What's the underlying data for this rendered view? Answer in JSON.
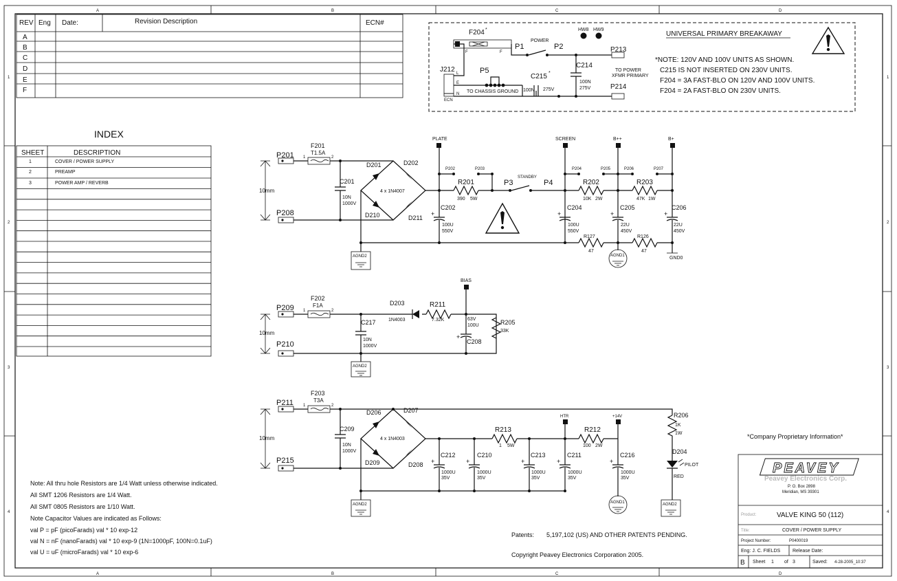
{
  "frame": {
    "cols": [
      "A",
      "B",
      "C",
      "D"
    ],
    "rows": [
      "1",
      "2",
      "3",
      "4"
    ]
  },
  "revision_table": {
    "headers": [
      "REV",
      "Eng",
      "Date:",
      "Revision Description",
      "ECN#"
    ],
    "revs": [
      "A",
      "B",
      "C",
      "D",
      "E",
      "F"
    ]
  },
  "index": {
    "title": "INDEX",
    "headers": [
      "SHEET",
      "DESCRIPTION"
    ],
    "rows": [
      {
        "sheet": "1",
        "desc": "COVER / POWER SUPPLY"
      },
      {
        "sheet": "2",
        "desc": "PREAMP"
      },
      {
        "sheet": "3",
        "desc": "POWER AMP / REVERB"
      }
    ]
  },
  "breakaway": {
    "title": "UNIVERSAL PRIMARY BREAKAWAY",
    "notes": [
      "*NOTE:  120V AND 100V UNITS AS SHOWN.",
      "C215 IS NOT INSERTED ON 230V UNITS.",
      "F204 = 3A FAST-BLO ON 120V AND 100V UNITS.",
      "F204 = 2A FAST-BLO ON 230V UNITS."
    ],
    "labels": {
      "f204": "F204",
      "star": "*",
      "p1": "P1",
      "power": "POWER",
      "p2": "P2",
      "hw8": "HW8",
      "hw9": "HW9",
      "p213": "P213",
      "p214": "P214",
      "to_power": "TO POWER",
      "xfmr": "XFMR PRIMARY",
      "c214": "C214",
      "c214_v1": "100N",
      "c214_v2": "275V",
      "j212": "J212",
      "p5": "P5",
      "c215": "C215",
      "c215_v1": "100N",
      "c215_v2": "275V",
      "chassis": "TO CHASSIS GROUND",
      "l": "L",
      "e": "E",
      "n": "N",
      "ecn": "ECN",
      "f": "F"
    }
  },
  "supply1": {
    "p201": "P201",
    "p208": "P208",
    "f201": "F201",
    "f201_v": "T1.5A",
    "pin1": "1",
    "pin2": "2",
    "c201": "C201",
    "c201_v1": "10N",
    "c201_v2": "1000V",
    "dim": "10mm",
    "d201": "D201",
    "d202": "D202",
    "d210": "D210",
    "d211": "D211",
    "bridge": "4 x 1N4007",
    "plate": "PLATE",
    "p202": "P202",
    "p203": "P203",
    "r201": "R201",
    "r201_v1": "390",
    "r201_v2": "5W",
    "p3": "P3",
    "standby": "STANDBY",
    "p4": "P4",
    "screen": "SCREEN",
    "p204": "P204",
    "p205": "P205",
    "r202": "R202",
    "r202_v1": "10K",
    "r202_v2": "2W",
    "bpp": "B++",
    "p206": "P206",
    "r203": "R203",
    "r203_v1": "47K",
    "r203_v2": "1W",
    "bp": "B+",
    "p207": "P207",
    "c202": "C202",
    "c202_v1": "100U",
    "c202_v2": "550V",
    "c204": "C204",
    "c204_v1": "100U",
    "c204_v2": "550V",
    "c205": "C205",
    "c205_v1": "22U",
    "c205_v2": "450V",
    "c206": "C206",
    "c206_v1": "22U",
    "c206_v2": "450V",
    "r127": "R127",
    "r127_v": "47",
    "r126": "R126",
    "r126_v": "47",
    "agnd2": "AGND2",
    "agnd1": "AGND1",
    "gnd0": "GND0",
    "plus": "+"
  },
  "supply2": {
    "p209": "P209",
    "p210": "P210",
    "f202": "F202",
    "f202_v": "F1A",
    "c217": "C217",
    "c217_v1": "10N",
    "c217_v2": "1000V",
    "d203": "D203",
    "d203_v": "1N4003",
    "r211": "R211",
    "r211_v": "7.32K",
    "bias": "BIAS",
    "c208": "C208",
    "c208_v1": "63V",
    "c208_v2": "100U",
    "r205": "R205",
    "r205_v": "33K",
    "agnd2": "AGND2",
    "dim": "10mm"
  },
  "supply3": {
    "p211": "P211",
    "p215": "P215",
    "f203": "F203",
    "f203_v": "T3A",
    "c209": "C209",
    "c209_v1": "10N",
    "c209_v2": "1000V",
    "d206": "D206",
    "d207": "D207",
    "d209": "D209",
    "d208": "D208",
    "bridge": "4 x 1N4003",
    "r213": "R213",
    "r213_v1": "1",
    "r213_v2": "5W",
    "htr": "HTR",
    "r212": "R212",
    "r212_v1": "100",
    "r212_v2": "2W",
    "v14": "+14V",
    "r206": "R206",
    "r206_v1": "1K",
    "r206_v2": "1W",
    "d204": "D204",
    "pilot": "PILOT",
    "red": "RED",
    "c212": "C212",
    "c210": "C210",
    "c213": "C213",
    "c211": "C211",
    "c216": "C216",
    "cap_v1": "1000U",
    "cap_v2": "35V",
    "agnd2": "AGND2",
    "agnd1": "AGND1",
    "dim": "10mm"
  },
  "notes": [
    "Note: All thru hole Resistors are 1/4 Watt unless otherwise indicated.",
    "All SMT 1206 Resistors are 1/4 Watt.",
    "All SMT 0805 Resistors are 1/10 Watt.",
    "Note Capacitor Values are indicated as Follows:",
    "val P = pF (picoFarads) val * 10 exp-12",
    "val N = nF (nanoFarads) val * 10 exp-9 (1N=1000pF, 100N=0.1uF)",
    "val U = uF (microFarads) val * 10 exp-6"
  ],
  "patents": {
    "label": "Patents:",
    "value": "5,197,102 (US) AND OTHER PATENTS PENDING."
  },
  "copyright": "Copyright Peavey Electronics Corporation 2005.",
  "proprietary": "*Company Proprietary Information*",
  "title_block": {
    "logo": "PEAVEY",
    "company": "Peavey Electronics Corp.",
    "addr1": "P. O. Box 2898",
    "addr2": "Meridian, MS 39301",
    "product_label": "Product:",
    "product": "VALVE KING 50 (112)",
    "title_label": "Title:",
    "title": "COVER / POWER SUPPLY",
    "project_label": "Project Number:",
    "project": "P0400019",
    "eng": "Eng:  J. C. FIELDS",
    "release": "Release Date:",
    "size": "B",
    "sheet_label": "Sheet",
    "sheet": "1",
    "of_label": "of",
    "of": "3",
    "saved_label": "Saved:",
    "saved": "4-28-2005_10:37"
  }
}
